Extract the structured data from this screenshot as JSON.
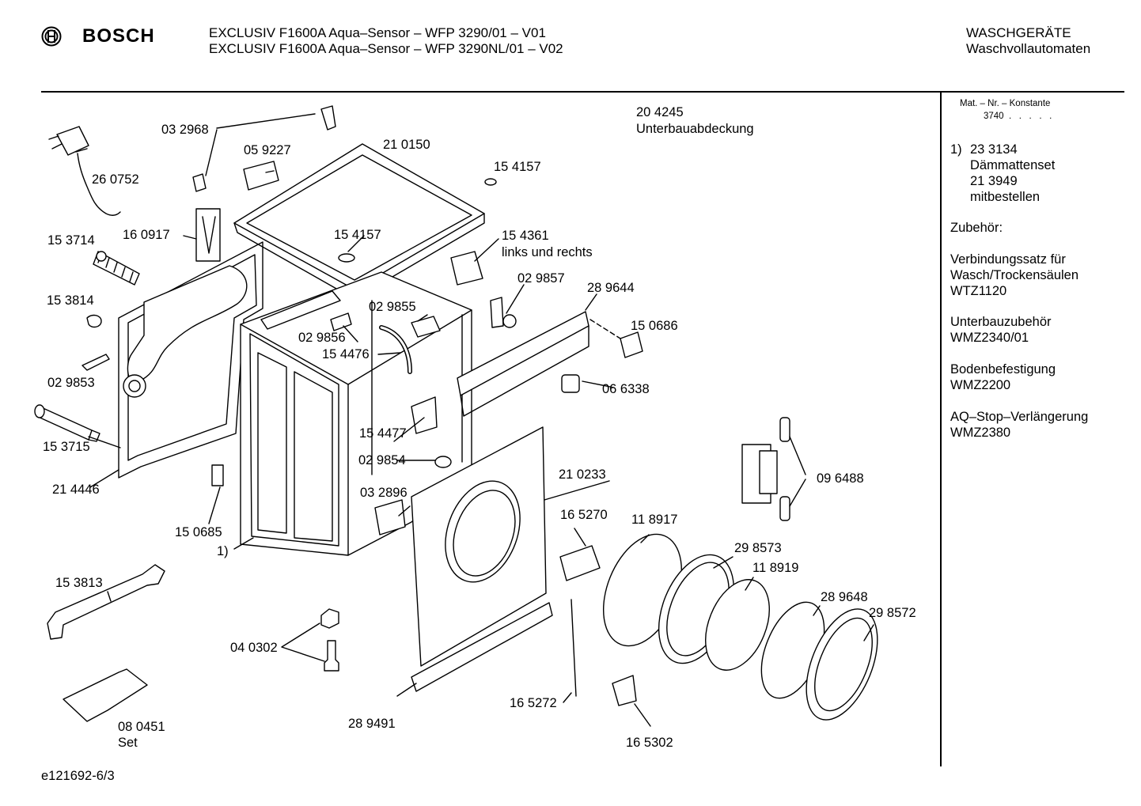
{
  "header": {
    "brand": "BOSCH",
    "model_line_1": "EXCLUSIV F1600A Aqua–Sensor – WFP 3290/01 – V01",
    "model_line_2": "EXCLUSIV F1600A Aqua–Sensor – WFP 3290NL/01 – V02",
    "category": "WASCHGERÄTE",
    "subcategory": "Waschvollautomaten"
  },
  "sidebar": {
    "mat_header": "Mat. – Nr. – Konstante",
    "mat_value": "3740  .   .   .   .   .",
    "note_1": {
      "marker": "1)",
      "lines": [
        "23 3134",
        "Dämmattenset",
        "21 3949",
        "mitbestellen"
      ]
    },
    "accessories_title": "Zubehör:",
    "groups": [
      {
        "lines": [
          "Verbindungssatz für",
          "Wasch/Trockensäulen",
          "WTZ1120"
        ]
      },
      {
        "lines": [
          "Unterbauzubehör",
          "WMZ2340/01"
        ]
      },
      {
        "lines": [
          "Bodenbefestigung",
          "WMZ2200"
        ]
      },
      {
        "lines": [
          "AQ–Stop–Verlängerung",
          "WMZ2380"
        ]
      }
    ]
  },
  "parts": [
    {
      "id": "p032968",
      "text": "03 2968"
    },
    {
      "id": "p260752",
      "text": "26 0752"
    },
    {
      "id": "p059227",
      "text": "05 9227"
    },
    {
      "id": "p210150",
      "text": "21 0150"
    },
    {
      "id": "p154157a",
      "text": "15 4157"
    },
    {
      "id": "p204245",
      "text": "20 4245"
    },
    {
      "id": "pUnterbau",
      "text": "Unterbauabdeckung"
    },
    {
      "id": "p153714",
      "text": "15 3714"
    },
    {
      "id": "p160917",
      "text": "16 0917"
    },
    {
      "id": "p154157b",
      "text": "15 4157"
    },
    {
      "id": "p154361",
      "text": "15 4361"
    },
    {
      "id": "pLinks",
      "text": "links und rechts"
    },
    {
      "id": "p153814",
      "text": "15 3814"
    },
    {
      "id": "p029857",
      "text": "02 9857"
    },
    {
      "id": "p289644",
      "text": "28 9644"
    },
    {
      "id": "p029855",
      "text": "02 9855"
    },
    {
      "id": "p150686",
      "text": "15 0686"
    },
    {
      "id": "p029856",
      "text": "02 9856"
    },
    {
      "id": "p154476",
      "text": "15 4476"
    },
    {
      "id": "p029853",
      "text": "02 9853"
    },
    {
      "id": "p066338",
      "text": "06 6338"
    },
    {
      "id": "p154477",
      "text": "15 4477"
    },
    {
      "id": "p153715",
      "text": "15 3715"
    },
    {
      "id": "p029854",
      "text": "02 9854"
    },
    {
      "id": "p210233",
      "text": "21 0233"
    },
    {
      "id": "p096488",
      "text": "09 6488"
    },
    {
      "id": "p214446",
      "text": "21 4446"
    },
    {
      "id": "p032896",
      "text": "03 2896"
    },
    {
      "id": "p165270",
      "text": "16 5270"
    },
    {
      "id": "p118917",
      "text": "11 8917"
    },
    {
      "id": "p150685",
      "text": "15 0685"
    },
    {
      "id": "pNote1",
      "text": "1)"
    },
    {
      "id": "p298573",
      "text": "29 8573"
    },
    {
      "id": "p153813",
      "text": "15 3813"
    },
    {
      "id": "p118919",
      "text": "11 8919"
    },
    {
      "id": "p289648",
      "text": "28 9648"
    },
    {
      "id": "p298572",
      "text": "29 8572"
    },
    {
      "id": "p040302",
      "text": "04 0302"
    },
    {
      "id": "p165272",
      "text": "16 5272"
    },
    {
      "id": "p080451",
      "text": "08 0451"
    },
    {
      "id": "pSet",
      "text": "Set"
    },
    {
      "id": "p289491",
      "text": "28 9491"
    },
    {
      "id": "p165302",
      "text": "16 5302"
    }
  ],
  "footer": {
    "drawing_id": "e121692-6/3"
  }
}
